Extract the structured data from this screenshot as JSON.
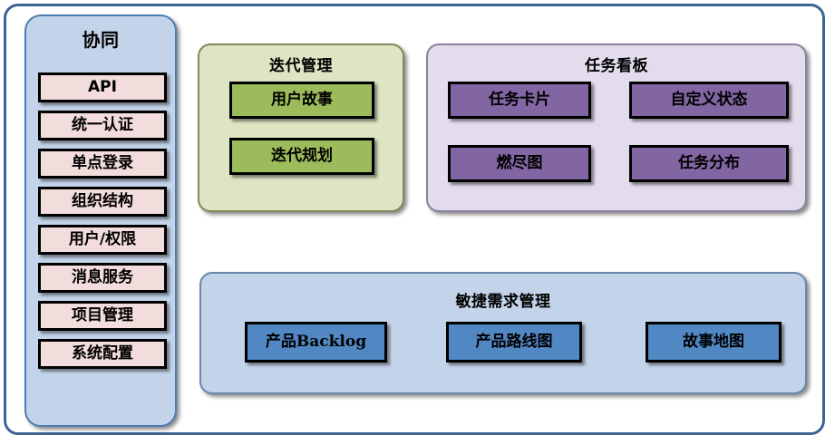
{
  "diagram": {
    "title_visible": false,
    "colors": {
      "outer_border": "#3c6595",
      "sidebar_fill": "#c3d4ea",
      "sidebar_chip_fill": "#f3dcdc",
      "iteration_fill": "#dde5c4",
      "iteration_box_fill": "#9cbb5b",
      "taskboard_fill": "#e3dced",
      "taskboard_box_fill": "#8265a3",
      "agile_fill": "#c3d4ea",
      "agile_box_fill": "#5187c2",
      "box_border": "#000000"
    }
  },
  "sidebar": {
    "title": "协同",
    "items": [
      {
        "label": "API"
      },
      {
        "label": "统一认证"
      },
      {
        "label": "单点登录"
      },
      {
        "label": "组织结构"
      },
      {
        "label": "用户/权限"
      },
      {
        "label": "消息服务"
      },
      {
        "label": "项目管理"
      },
      {
        "label": "系统配置"
      }
    ]
  },
  "iteration": {
    "title": "迭代管理",
    "items": [
      {
        "label": "用户故事"
      },
      {
        "label": "迭代规划"
      }
    ]
  },
  "taskboard": {
    "title": "任务看板",
    "items": [
      {
        "label": "任务卡片"
      },
      {
        "label": "自定义状态"
      },
      {
        "label": "燃尽图"
      },
      {
        "label": "任务分布"
      }
    ]
  },
  "agile": {
    "title": "敏捷需求管理",
    "items": [
      {
        "label": "产品Backlog"
      },
      {
        "label": "产品路线图"
      },
      {
        "label": "故事地图"
      }
    ]
  }
}
